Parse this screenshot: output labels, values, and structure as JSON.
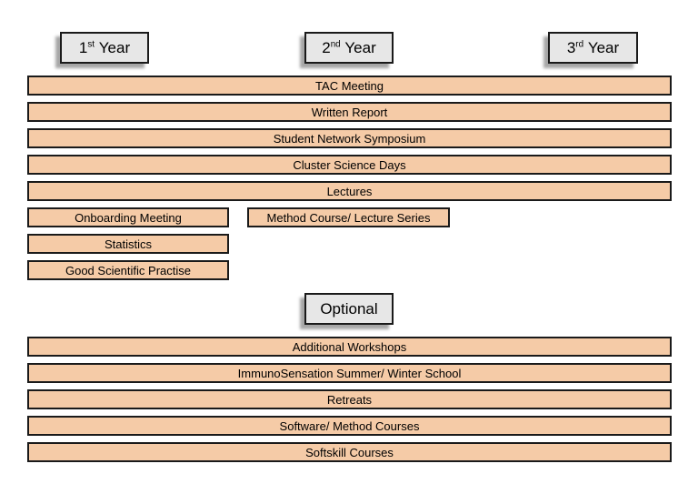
{
  "colors": {
    "bar_fill": "#F5CBA7",
    "header_box_fill": "#E7E7E7",
    "border": "#1a1a1a",
    "text": "#000000"
  },
  "year_headers": [
    {
      "number": "1",
      "ordinal": "st",
      "word": "Year"
    },
    {
      "number": "2",
      "ordinal": "nd",
      "word": "Year"
    },
    {
      "number": "3",
      "ordinal": "rd",
      "word": "Year"
    }
  ],
  "core_program": {
    "full_width_bars": [
      "TAC Meeting",
      "Written Report",
      "Student Network Symposium",
      "Cluster Science Days",
      "Lectures"
    ],
    "first_year_bars": [
      "Onboarding Meeting",
      "Statistics",
      "Good Scientific Practise"
    ],
    "mid_program_bars": [
      "Method Course/ Lecture Series"
    ]
  },
  "optional_section": {
    "header": "Optional",
    "bars": [
      "Additional Workshops",
      "ImmunoSensation Summer/ Winter School",
      "Retreats",
      "Software/ Method Courses",
      "Softskill Courses"
    ]
  }
}
